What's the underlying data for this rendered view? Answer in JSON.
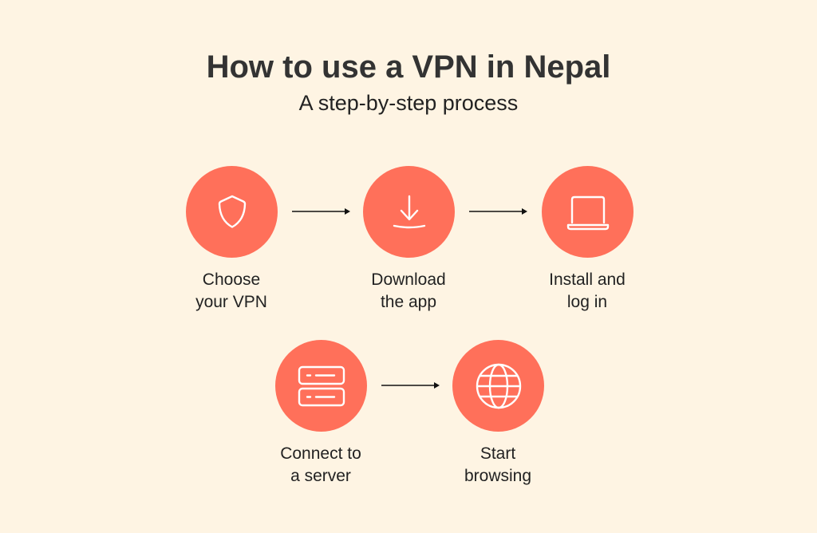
{
  "title": "How to use a VPN in Nepal",
  "subtitle": "A step-by-step process",
  "colors": {
    "background": "#fef4e3",
    "accent": "#ff705a",
    "icon": "#ffffff"
  },
  "steps": [
    {
      "icon": "shield-icon",
      "line1": "Choose",
      "line2": "your VPN"
    },
    {
      "icon": "download-icon",
      "line1": "Download",
      "line2": "the app"
    },
    {
      "icon": "laptop-icon",
      "line1": "Install and",
      "line2": "log in"
    },
    {
      "icon": "server-icon",
      "line1": "Connect to",
      "line2": "a server"
    },
    {
      "icon": "globe-icon",
      "line1": "Start",
      "line2": "browsing"
    }
  ]
}
